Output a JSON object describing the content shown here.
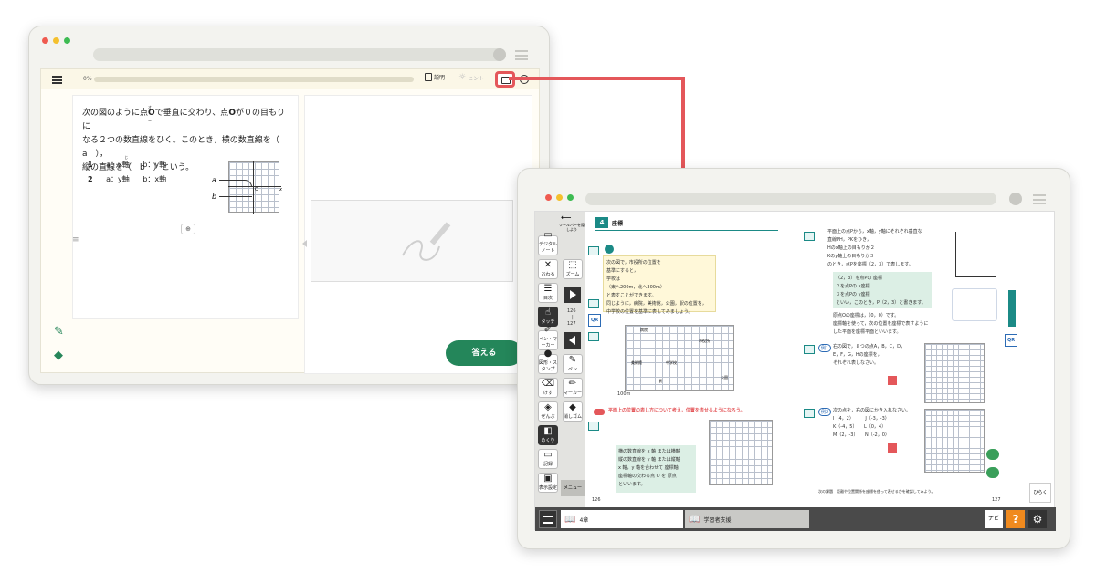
{
  "window1": {
    "progress_label": "0%",
    "progress_value": 0,
    "explain_label": "説明",
    "hint_label": "ヒント",
    "question": {
      "text_line1": "次の図のように点",
      "point_ruby": "オー",
      "point": "O",
      "text_line1b": "で垂直に交わり、点",
      "point2": "O",
      "text_line1c": "が０の目もりに",
      "text_line2": "なる２つの数直線をひく。このとき，横の数直線を（　a　），",
      "text_line3": "縦の直線を（　b　）という。",
      "options": [
        {
          "num": "1",
          "a": "a：x軸",
          "a_ruby": "じく",
          "b": "b：y軸"
        },
        {
          "num": "2",
          "a": "a：y軸",
          "b": "b：x軸"
        }
      ],
      "fig_label_a": "a",
      "fig_label_b": "b",
      "fig_label_o": "O",
      "fig_label_x": "x"
    },
    "answer_button": "答える"
  },
  "window2": {
    "back_label": "ツールバーを隠しよう",
    "tools": [
      {
        "label": "デジタルノート"
      },
      {
        "label": "ズーム"
      },
      {
        "label": "おわる"
      },
      {
        "label": "目次"
      },
      {
        "label": "タッチ"
      },
      {
        "label": "ペン・マーカー"
      },
      {
        "label": "ペン"
      },
      {
        "label": "図形・スタンプ"
      },
      {
        "label": "マーカー"
      },
      {
        "label": "けす"
      },
      {
        "label": "消しゴム"
      },
      {
        "label": "ぜんぶ"
      },
      {
        "label": "めくり"
      },
      {
        "label": "記録"
      },
      {
        "label": "表示設定"
      }
    ],
    "page_range_top": "126",
    "page_range_mid": "|",
    "page_range_bottom": "127",
    "menu_label": "メニュー",
    "page_left_num": "126",
    "page_right_num": "127",
    "section_num": "4",
    "section_title": "座標",
    "yellow_box": [
      "次の図で，市役所の位置を",
      "基準にすると，",
      "学校は",
      "（東へ200m，北へ300m）",
      "と表すことができます。",
      "同じように，病院，美術館，公園，駅の位置を，",
      "中学校の位置を基準に表してみましょう。"
    ],
    "map_labels": {
      "hospital": "病院",
      "city": "市役所",
      "museum": "美術館",
      "school": "中学校",
      "park": "公園",
      "station": "駅",
      "scale": "100m"
    },
    "red_heading": "平面上の位置の表し方について考え，位置を表せるようになろう。",
    "green_box": [
      "横の数直線を x 軸 または横軸",
      "縦の数直線を y 軸 または縦軸",
      "x 軸，y 軸を合わせて 座標軸",
      "座標軸の交わる点 O を 原点",
      "といいます。"
    ],
    "right_text": [
      "平面上の点Pから，x軸，y軸にそれぞれ垂直な",
      "直線PH，PKをひき，",
      "Hのx軸上の目もりが２",
      "Kのy軸上の目もりが３",
      "のとき，点Pを座標（2，3）で表します。"
    ],
    "right_green": [
      "（2，3）を点Pの 座標",
      "２を点Pの x座標",
      "３を点Pの y座標",
      "といい，このとき，P（2，3）と書きます。"
    ],
    "origin_text": [
      "原点Oの座標は，（0，0）です。",
      "座標軸を使って，次の位置を座標で表すように",
      "した平面を座標平面といいます。"
    ],
    "ex1": "例1",
    "ex1_text": [
      "右の図で，８つの点A，B，C，D，",
      "E，F，G，Hの座標を，",
      "それぞれ表しなさい。"
    ],
    "ex2": "例2",
    "ex2_text": [
      "次の点を，右の図にかき入れなさい。",
      "I（4，2）　　　J（-3，-3）",
      "K（-4，5）　　L（0，4）",
      "M（2，-3）　　N（-2，0）"
    ],
    "footer_note": "次の課題　距離や位置関係を座標を使って表せるかを確認してみよう。",
    "bottom_tabs": {
      "chapter": "4章",
      "support": "学習者支援"
    },
    "navi_label": "ナビ",
    "help_label": "?",
    "open_label": "ひらく",
    "qr_label": "QR"
  },
  "colors": {
    "accent_red": "#e4575a",
    "green": "#24865a",
    "teal": "#1b8a86"
  }
}
